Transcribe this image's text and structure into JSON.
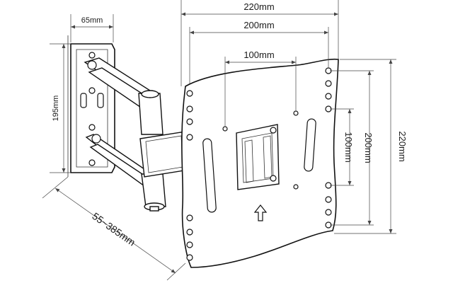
{
  "dimensions": {
    "plate_width_outer": "220mm",
    "plate_width_mid": "200mm",
    "plate_width_inner": "100mm",
    "wall_plate_width": "65mm",
    "wall_plate_height": "195mm",
    "extension_range": "55~385mm",
    "plate_height_inner": "100mm",
    "plate_height_mid": "200mm",
    "plate_height_outer": "220mm"
  },
  "colors": {
    "line": "#111111",
    "dimension": "#444444",
    "background": "#ffffff"
  },
  "icons": {
    "up_arrow": "up-arrow-icon"
  }
}
